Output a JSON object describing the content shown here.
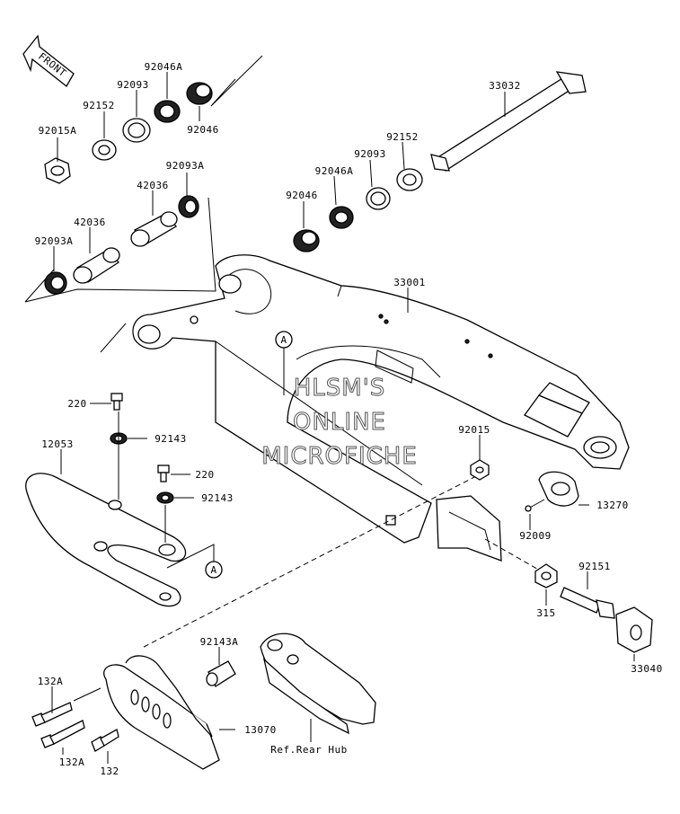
{
  "front_label": "FRONT",
  "watermark": [
    "HLSM'S",
    "ONLINE",
    "MICROFICHE"
  ],
  "callouts": {
    "a1": "A",
    "a2": "A"
  },
  "parts": [
    {
      "id": "p92046A_top",
      "number": "92046A"
    },
    {
      "id": "p92093_top",
      "number": "92093"
    },
    {
      "id": "p92152_top",
      "number": "92152"
    },
    {
      "id": "p92046_top",
      "number": "92046"
    },
    {
      "id": "p92015A",
      "number": "92015A"
    },
    {
      "id": "p92093A_mid",
      "number": "92093A"
    },
    {
      "id": "p42036_a",
      "number": "42036"
    },
    {
      "id": "p42036_b",
      "number": "42036"
    },
    {
      "id": "p92093A_left",
      "number": "92093A"
    },
    {
      "id": "p33032",
      "number": "33032"
    },
    {
      "id": "p92152_right",
      "number": "92152"
    },
    {
      "id": "p92093_right",
      "number": "92093"
    },
    {
      "id": "p92046A_right",
      "number": "92046A"
    },
    {
      "id": "p92046_right",
      "number": "92046"
    },
    {
      "id": "p33001",
      "number": "33001"
    },
    {
      "id": "p220_a",
      "number": "220"
    },
    {
      "id": "p92143_a",
      "number": "92143"
    },
    {
      "id": "p12053",
      "number": "12053"
    },
    {
      "id": "p220_b",
      "number": "220"
    },
    {
      "id": "p92143_b",
      "number": "92143"
    },
    {
      "id": "p92015",
      "number": "92015"
    },
    {
      "id": "p13270",
      "number": "13270"
    },
    {
      "id": "p92009",
      "number": "92009"
    },
    {
      "id": "p92151",
      "number": "92151"
    },
    {
      "id": "p315",
      "number": "315"
    },
    {
      "id": "p33040",
      "number": "33040"
    },
    {
      "id": "p92143A",
      "number": "92143A"
    },
    {
      "id": "p132A_a",
      "number": "132A"
    },
    {
      "id": "p13070",
      "number": "13070"
    },
    {
      "id": "p132A_b",
      "number": "132A"
    },
    {
      "id": "p132",
      "number": "132"
    },
    {
      "id": "pRefRearHub",
      "number": "Ref.Rear Hub"
    }
  ]
}
